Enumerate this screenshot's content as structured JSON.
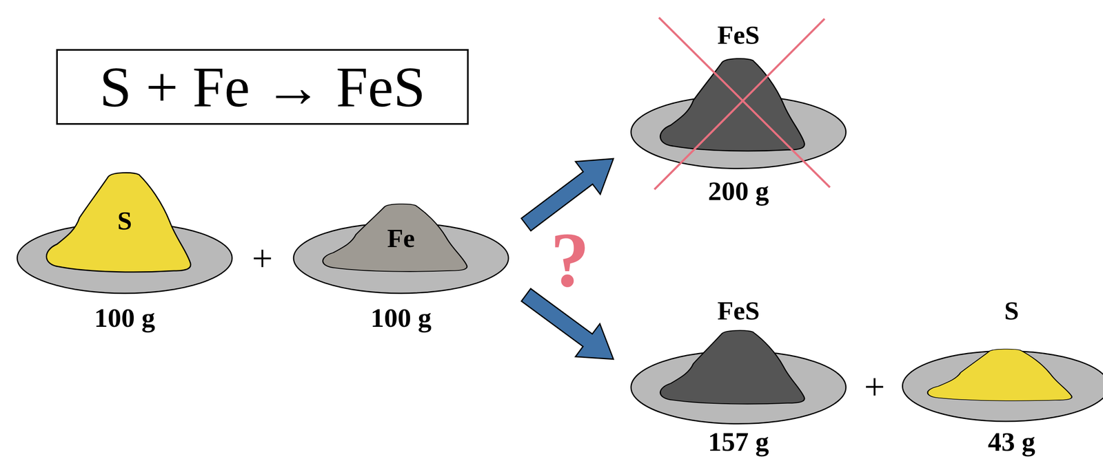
{
  "diagram": {
    "nodes": [
      {
        "text": [
          "S + Fe → FeS"
        ]
      },
      {
        "text": [
          "S",
          "100 g"
        ]
      },
      {
        "text": [
          "Fe",
          "100 g"
        ]
      },
      {
        "text": [
          "FeS",
          "200 g"
        ]
      },
      {
        "text": [
          "FeS",
          "157 g"
        ]
      },
      {
        "text": [
          "S",
          "43 g"
        ]
      }
    ],
    "edges": [
      {
        "from": 2,
        "to": 3,
        "arrow": "to"
      },
      {
        "from": 2,
        "to": 4,
        "arrow": "to"
      }
    ],
    "labels": [
      "+",
      "?",
      "+"
    ]
  }
}
